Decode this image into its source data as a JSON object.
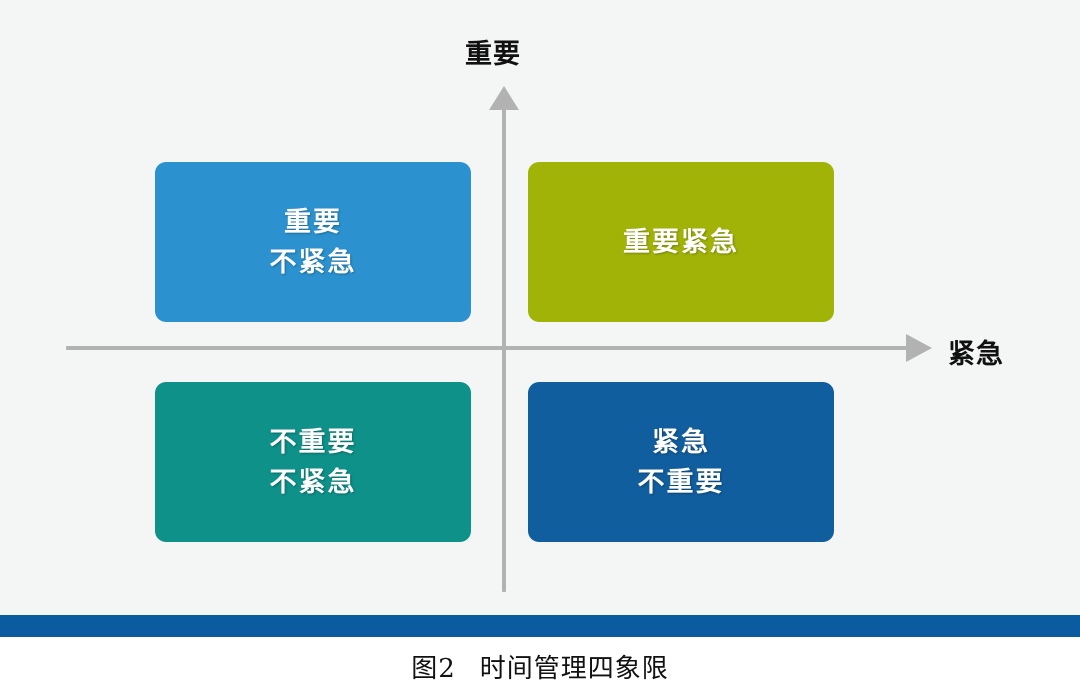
{
  "figure": {
    "axes": {
      "y_label": "重要",
      "x_label": "紧急"
    },
    "quadrants": [
      {
        "id": "top-left",
        "line1": "重要",
        "line2": "不紧急",
        "color": "#2b92cf",
        "shadow_color": "#1f6e9d"
      },
      {
        "id": "top-right",
        "line1": "重要紧急",
        "line2": "",
        "color": "#a2b307",
        "shadow_color": "#7b8805"
      },
      {
        "id": "bottom-left",
        "line1": "不重要",
        "line2": "不紧急",
        "color": "#0e9189",
        "shadow_color": "#0a6c66"
      },
      {
        "id": "bottom-right",
        "line1": "紧急",
        "line2": "不重要",
        "color": "#115e9e",
        "shadow_color": "#0c4676"
      }
    ],
    "accent_bar_color": "#0b5ba0",
    "background_color": "#f4f5f5"
  },
  "caption": {
    "number": "图2",
    "title": "时间管理四象限"
  }
}
